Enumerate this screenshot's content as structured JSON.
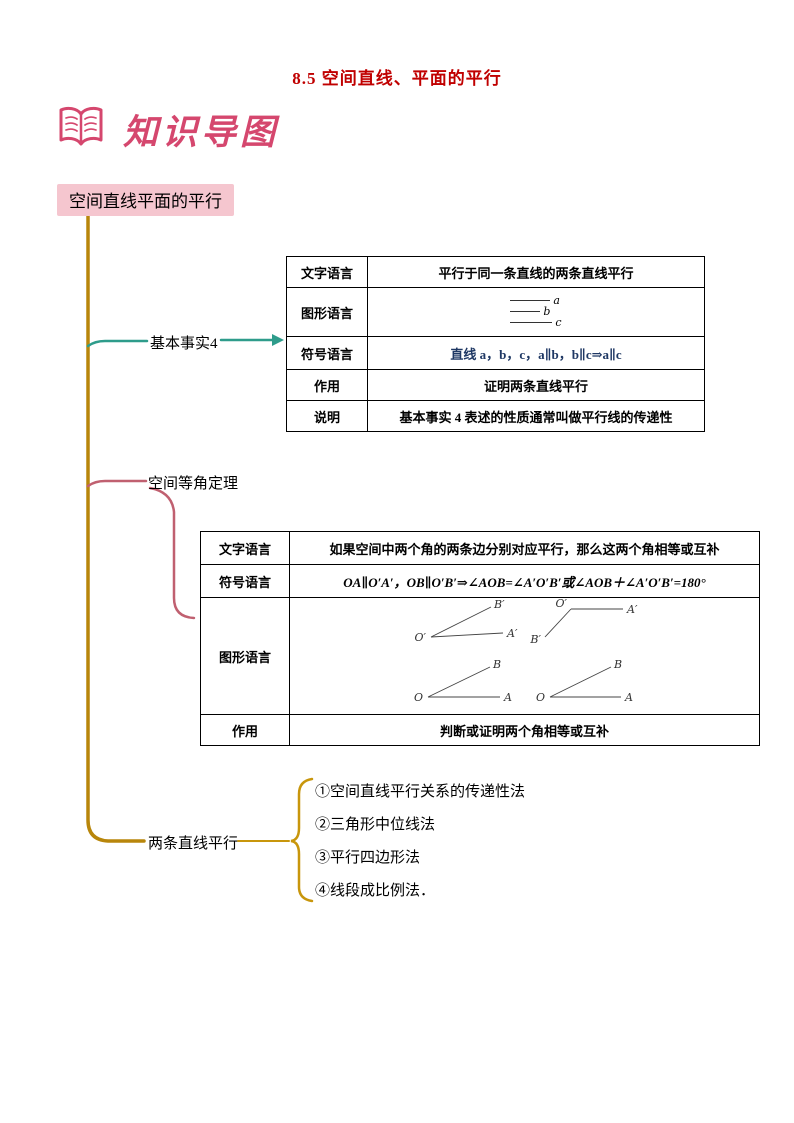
{
  "page": {
    "title": "8.5 空间直线、平面的平行"
  },
  "knowledge_map": {
    "heading": "知识导图",
    "root": "空间直线平面的平行"
  },
  "colors": {
    "title_red": "#c00000",
    "heading_pink": "#d5476e",
    "root_bg": "#f5c6cf",
    "trunk_gold": "#b8860b",
    "branch_teal": "#2e9c8b",
    "branch_pink": "#c06070",
    "symbol_blue": "#1f3864"
  },
  "branch1": {
    "label": "基本事实4",
    "table": {
      "rows": [
        {
          "label": "文字语言",
          "value": "平行于同一条直线的两条直线平行"
        },
        {
          "label": "图形语言",
          "value": ""
        },
        {
          "label": "符号语言",
          "value": "直线 a，b，c，a∥b，b∥c⇒a∥c"
        },
        {
          "label": "作用",
          "value": "证明两条直线平行"
        },
        {
          "label": "说明",
          "value": "基本事实 4 表述的性质通常叫做平行线的传递性"
        }
      ],
      "figure_labels": [
        "a",
        "b",
        "c"
      ]
    }
  },
  "branch2": {
    "label": "空间等角定理",
    "table": {
      "rows": [
        {
          "label": "文字语言",
          "value": "如果空间中两个角的两条边分别对应平行，那么这两个角相等或互补"
        },
        {
          "label": "符号语言",
          "value": "OA∥O′A′，OB∥O′B′⇒∠AOB=∠A′O′B′或∠AOB＋∠A′O′B′=180°"
        },
        {
          "label": "图形语言",
          "value": ""
        },
        {
          "label": "作用",
          "value": "判断或证明两个角相等或互补"
        }
      ],
      "figures": {
        "top_left": {
          "vertex": "O′",
          "ray1": "A′",
          "ray2": "B′"
        },
        "top_right": {
          "vertex": "O′",
          "ray1": "A′",
          "ray2": "B′"
        },
        "bottom_left": {
          "vertex": "O",
          "ray1": "A",
          "ray2": "B"
        },
        "bottom_right": {
          "vertex": "O",
          "ray1": "A",
          "ray2": "B"
        }
      }
    }
  },
  "branch3": {
    "label": "两条直线平行",
    "items": [
      "①空间直线平行关系的传递性法",
      "②三角形中位线法",
      "③平行四边形法",
      "④线段成比例法．"
    ]
  }
}
